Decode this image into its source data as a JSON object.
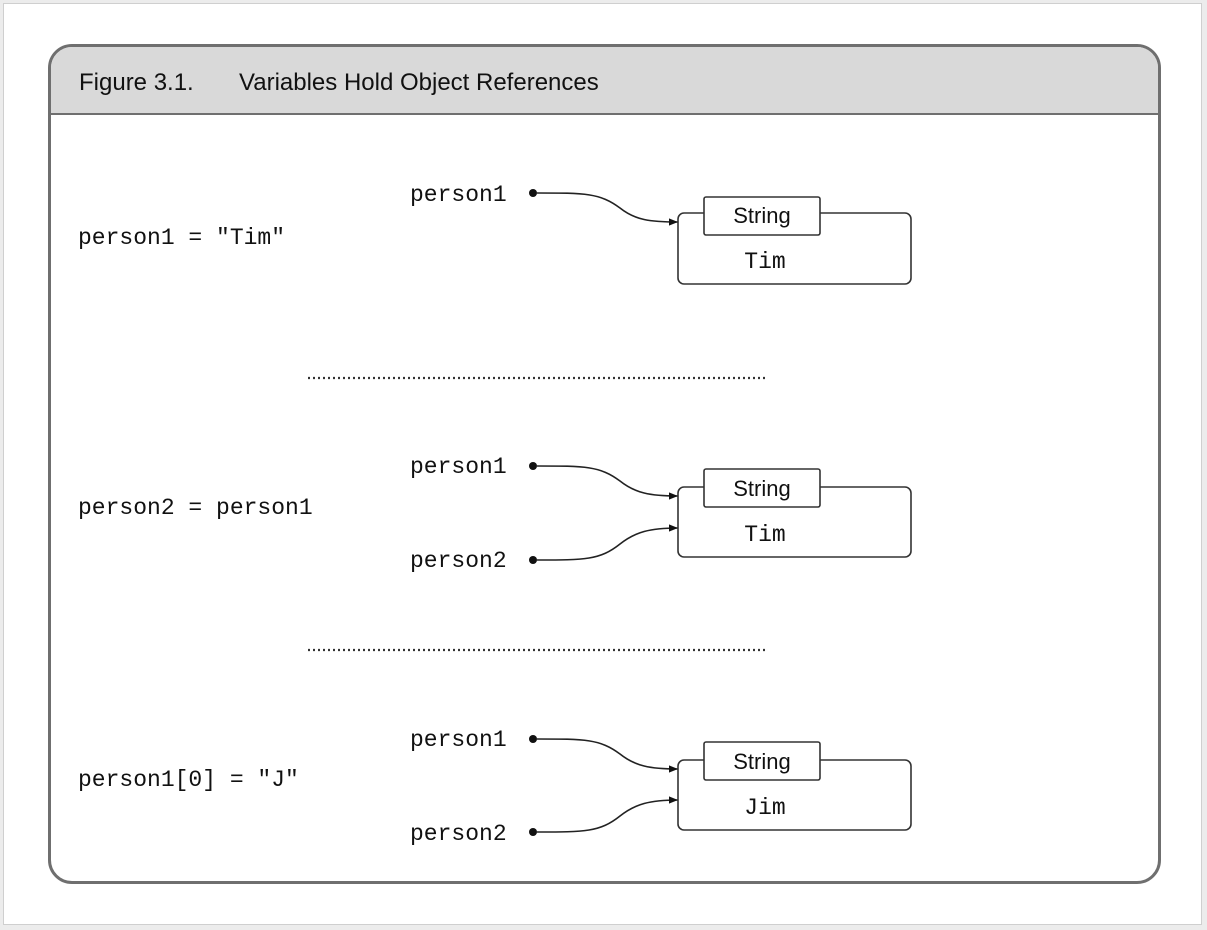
{
  "figure": {
    "number": "Figure 3.1.",
    "title": "Variables Hold Object References"
  },
  "panels": [
    {
      "statement": "person1 = \"Tim\"",
      "variables": [
        "person1"
      ],
      "object": {
        "type": "String",
        "value": "Tim"
      }
    },
    {
      "statement": "person2 = person1",
      "variables": [
        "person1",
        "person2"
      ],
      "object": {
        "type": "String",
        "value": "Tim"
      }
    },
    {
      "statement": "person1[0] = \"J\"",
      "variables": [
        "person1",
        "person2"
      ],
      "object": {
        "type": "String",
        "value": "Jim"
      }
    }
  ]
}
